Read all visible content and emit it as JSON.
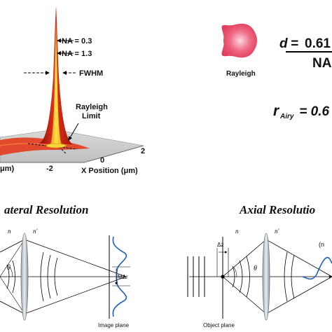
{
  "psf_plot": {
    "labels": {
      "na_low": "NA = 0.3",
      "na_high": "NA = 1.3",
      "fwhm": "FWHM",
      "rayleigh_line1": "Rayleigh",
      "rayleigh_line2": "Limit",
      "y_unit_fragment": "μm)",
      "x_axis_title": "X Position (μm)"
    },
    "x_ticks": [
      "-2",
      "0",
      "2"
    ],
    "colors": {
      "broad_peak": "#cc1f10",
      "narrow_peak": "#f4c20d",
      "base_glow": "#e83a1a"
    }
  },
  "rayleigh_disk": {
    "caption": "Rayleigh",
    "color": "#e8556d"
  },
  "formulas": {
    "d_var": "d",
    "eq": " = ",
    "numerator": "0.61",
    "denominator": "NA",
    "r_var": "r",
    "r_sub": "Airy",
    "r_rest": " = 0.6"
  },
  "lateral": {
    "title": "ateral Resolution",
    "n1": "n",
    "n2": "n'",
    "theta": "θ",
    "delta": "MΔr",
    "plane_label": "Image plane"
  },
  "axial": {
    "title": "Axial Resolutio",
    "n1": "n",
    "n2": "n'",
    "theta": "θ",
    "delta": "Δz",
    "plane_label": "Object plane",
    "paren": "(n"
  }
}
